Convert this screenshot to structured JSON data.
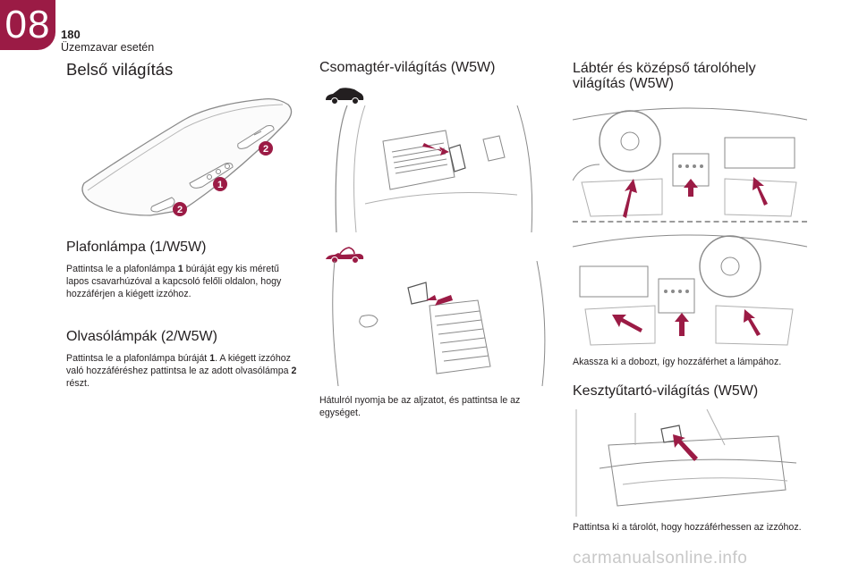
{
  "header": {
    "chapter": "08",
    "page_number": "180",
    "section": "Üzemzavar esetén"
  },
  "col1": {
    "title": "Belső világítás",
    "callouts": [
      "1",
      "2",
      "2"
    ],
    "sub1_title": "Plafonlámpa (1/W5W)",
    "sub1_text_a": "Pattintsa le a plafonlámpa ",
    "sub1_bold": "1",
    "sub1_text_b": " búráját egy kis méretű lapos csavarhúzóval a kapcsoló felőli oldalon, hogy hozzáférjen a kiégett izzóhoz.",
    "sub2_title": "Olvasólámpák (2/W5W)",
    "sub2_text_a": "Pattintsa le a plafonlámpa búráját ",
    "sub2_bold_a": "1",
    "sub2_text_b": ". A kiégett izzóhoz való hozzáféréshez pattintsa le az adott olvasólámpa ",
    "sub2_bold_b": "2",
    "sub2_text_c": " részt."
  },
  "col2": {
    "title": "Csomagtér-világítás (W5W)",
    "text": "Hátulról nyomja be az aljzatot, és pattintsa le az egységet."
  },
  "col3": {
    "title": "Lábtér és középső tárolóhely világítás (W5W)",
    "text1": "Akassza ki a dobozt, így hozzáférhet a lámpához.",
    "title2": "Kesztyűtartó-világítás (W5W)",
    "text2": "Pattintsa ki a tárolót, hogy hozzáférhessen az izzóhoz."
  },
  "footer": {
    "watermark": "carmanualsonline.info"
  },
  "colors": {
    "accent": "#9b1b45",
    "text": "#231f20",
    "line_art": "#8a8a8a"
  }
}
